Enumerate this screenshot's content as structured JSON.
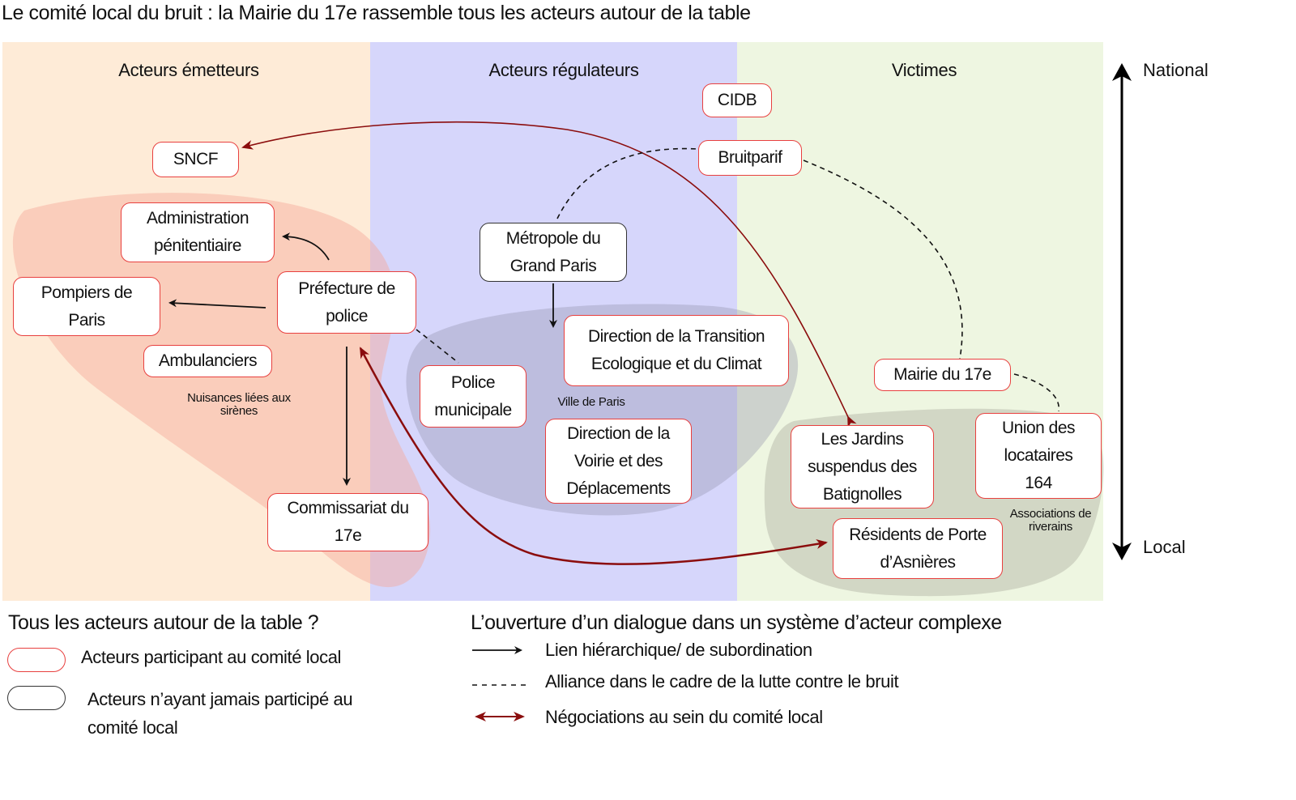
{
  "title": "Le comité local du bruit : la Mairie du 17e rassemble tous les acteurs autour de la table",
  "columns": [
    {
      "label": "Acteurs émetteurs",
      "color": "#feebd7"
    },
    {
      "label": "Acteurs régulateurs",
      "color": "#d6d6fb"
    },
    {
      "label": "Victimes",
      "color": "#eef6e1"
    }
  ],
  "scale": {
    "top": "National",
    "bottom": "Local"
  },
  "nodes": {
    "cidb": "CIDB",
    "sncf": "SNCF",
    "bruitparif": "Bruitparif",
    "admin_pen": "Administration pénitentiaire",
    "metropole": "Métropole du Grand Paris",
    "prefecture": "Préfecture de police",
    "pompiers": "Pompiers de Paris",
    "dtec": "Direction de la Transition Ecologique et du Climat",
    "ambulanciers": "Ambulanciers",
    "police_mun": "Police municipale",
    "mairie": "Mairie du 17e",
    "union": "Union des locataires 164",
    "jardins": "Les Jardins suspendus des Batignolles",
    "voirie": "Direction de la Voirie et des Déplacements",
    "commissariat": "Commissariat du 17e",
    "residents": "Résidents de Porte d’Asnières"
  },
  "group_labels": {
    "sirenes": "Nuisances liées aux sirènes",
    "ville": "Ville de Paris",
    "riverains": "Associations de riverains"
  },
  "legend": {
    "left_title": "Tous les acteurs autour de la table ?",
    "participant": "Acteurs participant au comité local",
    "non_participant": "Acteurs n’ayant jamais participé au comité local",
    "right_title": "L’ouverture d’un dialogue dans un système d’acteur complexe",
    "hierarchy": "Lien hiérarchique/ de subordination",
    "alliance": "Alliance dans le cadre de la lutte contre le bruit",
    "negotiation": "Négociations au sein du comité local"
  },
  "colors": {
    "participant_border": "#e8403f",
    "non_participant_border": "#333333",
    "negotiation_arrow": "#8b0d0d"
  }
}
